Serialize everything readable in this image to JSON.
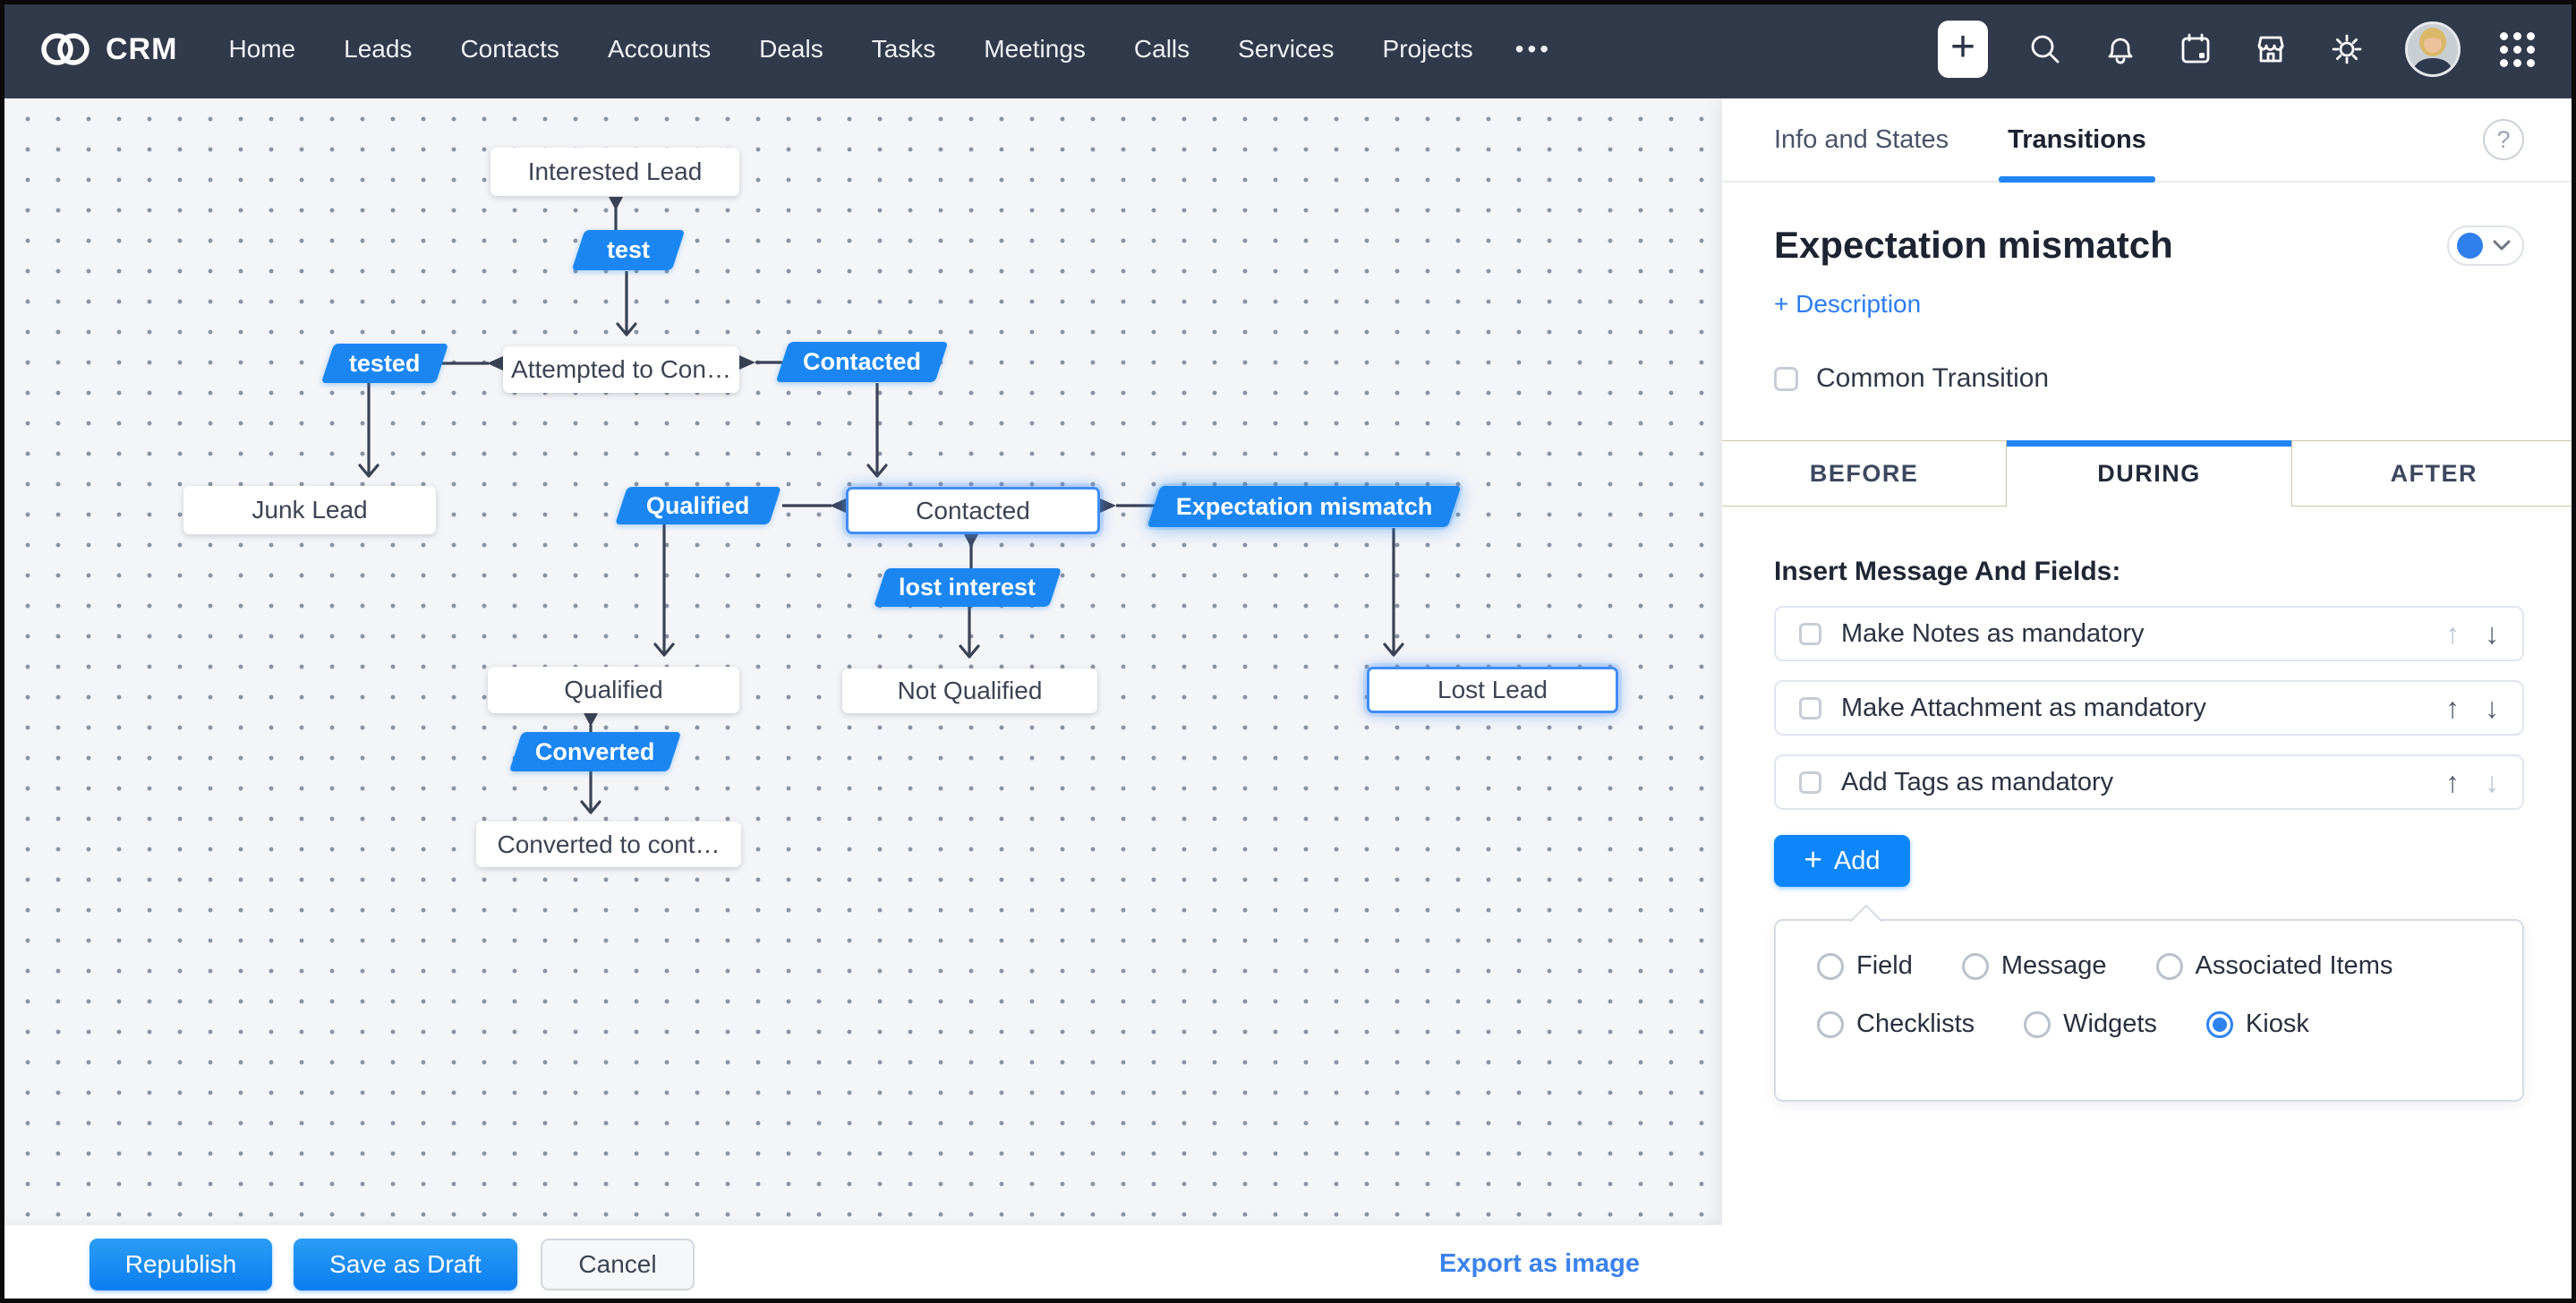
{
  "nav": {
    "brand": "CRM",
    "items": [
      "Home",
      "Leads",
      "Contacts",
      "Accounts",
      "Deals",
      "Tasks",
      "Meetings",
      "Calls",
      "Services",
      "Projects"
    ],
    "more_label": "•••",
    "right_icons": [
      "create-plus",
      "search",
      "notifications-bell",
      "calendar",
      "marketplace-store",
      "settings-gear",
      "user-avatar",
      "app-grid"
    ]
  },
  "flowchart": {
    "nodes": [
      {
        "id": "interested-lead",
        "label": "Interested Lead",
        "selected": false
      },
      {
        "id": "attempted-to-contact",
        "label": "Attempted to Con…",
        "selected": false
      },
      {
        "id": "junk-lead",
        "label": "Junk Lead",
        "selected": false
      },
      {
        "id": "contacted",
        "label": "Contacted",
        "selected": true
      },
      {
        "id": "qualified",
        "label": "Qualified",
        "selected": false
      },
      {
        "id": "not-qualified",
        "label": "Not Qualified",
        "selected": false
      },
      {
        "id": "lost-lead",
        "label": "Lost Lead",
        "selected": true
      },
      {
        "id": "converted-to-contact",
        "label": "Converted to cont…",
        "selected": false
      }
    ],
    "transitions": [
      {
        "id": "test",
        "label": "test",
        "selected": false
      },
      {
        "id": "tested",
        "label": "tested",
        "selected": false
      },
      {
        "id": "contacted-transition",
        "label": "Contacted",
        "selected": false
      },
      {
        "id": "qualified-transition",
        "label": "Qualified",
        "selected": false
      },
      {
        "id": "expectation-mismatch",
        "label": "Expectation mismatch",
        "selected": true
      },
      {
        "id": "lost-interest",
        "label": "lost interest",
        "selected": false
      },
      {
        "id": "converted",
        "label": "Converted",
        "selected": false
      }
    ],
    "edges": [
      {
        "from": "interested-lead",
        "via": "test",
        "to": "attempted-to-contact"
      },
      {
        "from": "tested",
        "to": "attempted-to-contact"
      },
      {
        "from": "tested",
        "to": "junk-lead"
      },
      {
        "from": "attempted-to-contact",
        "via": "contacted-transition",
        "to": "contacted"
      },
      {
        "from": "contacted",
        "via": "qualified-transition",
        "to": "qualified"
      },
      {
        "from": "contacted",
        "via": "expectation-mismatch",
        "to": "lost-lead"
      },
      {
        "from": "contacted",
        "via": "lost-interest",
        "to": "not-qualified"
      },
      {
        "from": "qualified",
        "via": "converted",
        "to": "converted-to-contact"
      }
    ],
    "colors": {
      "transition_blue": "#1b86f2",
      "edge": "#3a4254",
      "selected_border": "#418df6"
    }
  },
  "panel": {
    "tabs": [
      {
        "label": "Info and States",
        "active": false
      },
      {
        "label": "Transitions",
        "active": true
      }
    ],
    "help_label": "?",
    "title": "Expectation mismatch",
    "description_link": "+ Description",
    "common_transition_label": "Common Transition",
    "common_transition_checked": false,
    "stage_tabs": [
      {
        "label": "BEFORE",
        "active": false
      },
      {
        "label": "DURING",
        "active": true
      },
      {
        "label": "AFTER",
        "active": false
      }
    ],
    "section_title": "Insert Message And Fields:",
    "mandatory_rows": [
      {
        "label": "Make Notes as mandatory",
        "checked": false,
        "up_enabled": false,
        "down_enabled": true
      },
      {
        "label": "Make Attachment as mandatory",
        "checked": false,
        "up_enabled": true,
        "down_enabled": true
      },
      {
        "label": "Add Tags as mandatory",
        "checked": false,
        "up_enabled": true,
        "down_enabled": false
      }
    ],
    "arrow_up": "↑",
    "arrow_down": "↓",
    "add_button": {
      "plus": "+",
      "label": "Add"
    },
    "radio_options": [
      {
        "label": "Field",
        "selected": false
      },
      {
        "label": "Message",
        "selected": false
      },
      {
        "label": "Associated Items",
        "selected": false
      },
      {
        "label": "Checklists",
        "selected": false
      },
      {
        "label": "Widgets",
        "selected": false
      },
      {
        "label": "Kiosk",
        "selected": true
      }
    ],
    "accent_blue": "#0c86fa"
  },
  "footer": {
    "republish": "Republish",
    "save_draft": "Save as Draft",
    "cancel": "Cancel",
    "export": "Export as image"
  }
}
